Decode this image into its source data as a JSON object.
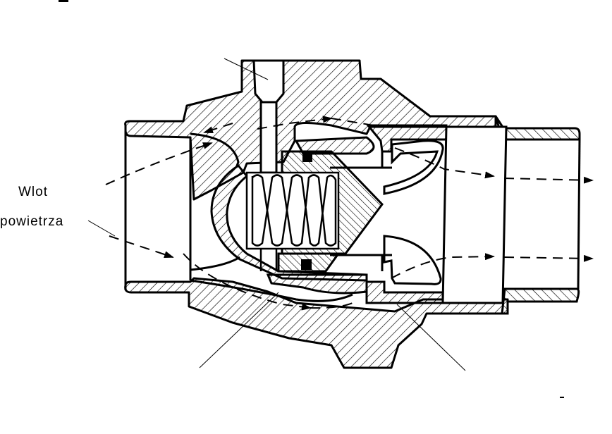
{
  "diagram": {
    "type": "technical cross-section drawing",
    "subject": "air inlet valve with spring-loaded piston (sectioned view)",
    "colors": {
      "ink": "#000000",
      "paper": "#ffffff"
    },
    "labels": {
      "inlet_line_1": "Wlot",
      "inlet_line_2": "powietrza"
    },
    "components": [
      {
        "id": "left-inlet-sleeve",
        "name": "inlet pipe sleeve (left)"
      },
      {
        "id": "housing-body",
        "name": "hatched valve housing body"
      },
      {
        "id": "bleed-plug",
        "name": "top plug with vertical bleed channel"
      },
      {
        "id": "spring",
        "name": "compression coil spring"
      },
      {
        "id": "piston",
        "name": "conical piston (cross-hatched)"
      },
      {
        "id": "seals",
        "name": "two square seal rings (black)"
      },
      {
        "id": "outlet-vanes",
        "name": "curved outlet deflector vanes"
      },
      {
        "id": "outlet-ring",
        "name": "outlet ring"
      },
      {
        "id": "right-outlet-sleeve",
        "name": "outlet pipe sleeve (right)"
      }
    ],
    "leader_lines": 4,
    "flow_arrows": "dashed arrows showing air path from left inlet, around piston, out the right outlet"
  }
}
